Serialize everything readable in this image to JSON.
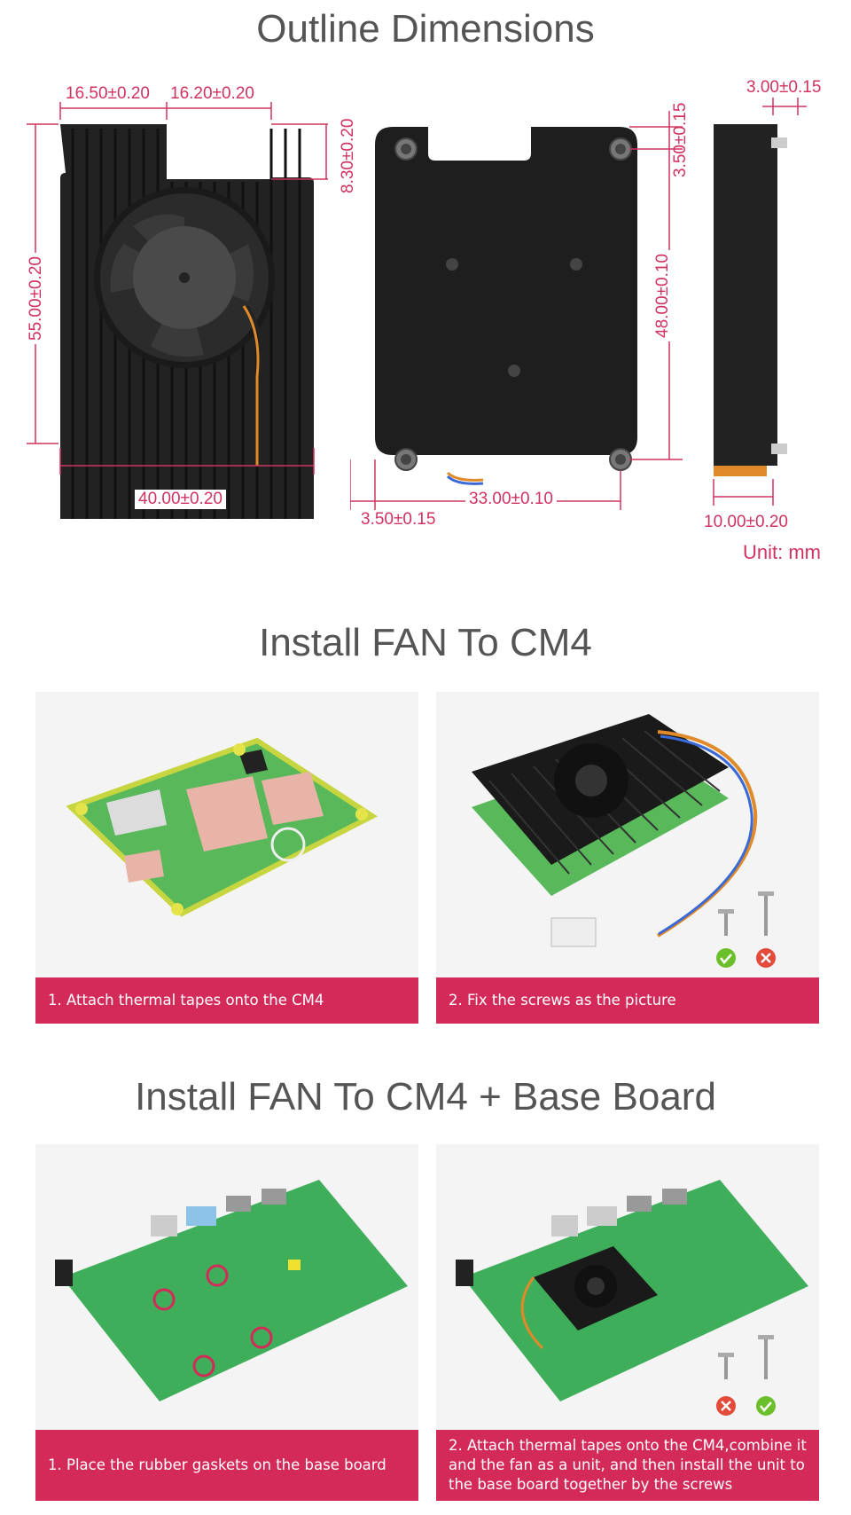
{
  "outline": {
    "title": "Outline Dimensions",
    "dims": {
      "top_left_a": "16.50±0.20",
      "top_left_b": "16.20±0.20",
      "notch_depth": "8.30±0.20",
      "height": "55.00±0.20",
      "width": "40.00±0.20",
      "hole_offset_x": "3.50±0.15",
      "hole_span_x": "33.00±0.10",
      "hole_offset_y": "3.50±0.15",
      "hole_span_y": "48.00±0.10",
      "side_top": "3.00±0.15",
      "side_thickness": "10.00±0.20"
    },
    "unit": "Unit: mm"
  },
  "install_cm4": {
    "title": "Install FAN To CM4",
    "steps": [
      {
        "caption": "1. Attach thermal tapes onto the CM4"
      },
      {
        "caption": "2. Fix the screws as the picture"
      }
    ]
  },
  "install_base": {
    "title": "Install FAN To CM4 + Base Board",
    "steps": [
      {
        "caption": "1. Place the rubber gaskets on the base board"
      },
      {
        "caption": "2. Attach thermal tapes onto the CM4,combine it and the fan as a unit, and then install the unit to the base board together by the screws"
      }
    ]
  },
  "colors": {
    "accent": "#d32a5a",
    "dimension": "#d0335f",
    "title": "#555555"
  }
}
